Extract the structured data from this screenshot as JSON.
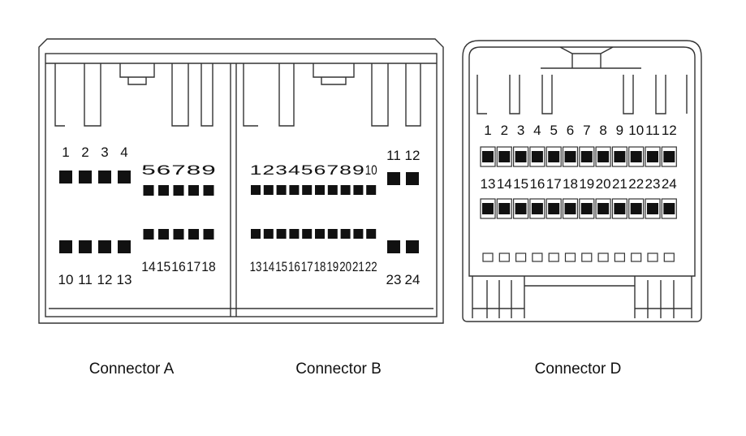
{
  "connectors": [
    {
      "id": "a",
      "caption": "Connector A",
      "rows": [
        {
          "pins": [
            "1",
            "2",
            "3",
            "4"
          ]
        },
        {
          "pins": [
            "5",
            "6",
            "7",
            "8",
            "9"
          ]
        },
        {
          "pins": [
            "10",
            "11",
            "12",
            "13"
          ]
        },
        {
          "pins": [
            "14",
            "15",
            "16",
            "17",
            "18"
          ]
        }
      ]
    },
    {
      "id": "b",
      "caption": "Connector B",
      "rows": [
        {
          "pins": [
            "1",
            "2",
            "3",
            "4",
            "5",
            "6",
            "7",
            "8",
            "9",
            "10"
          ]
        },
        {
          "pins": [
            "11",
            "12"
          ]
        },
        {
          "pins": [
            "13",
            "14",
            "15",
            "16",
            "17",
            "18",
            "19",
            "20",
            "21",
            "22"
          ]
        },
        {
          "pins": [
            "23",
            "24"
          ]
        }
      ]
    },
    {
      "id": "d",
      "caption": "Connector D",
      "rows": [
        {
          "pins": [
            "1",
            "2",
            "3",
            "4",
            "5",
            "6",
            "7",
            "8",
            "9",
            "10",
            "11",
            "12"
          ]
        },
        {
          "pins": [
            "13",
            "14",
            "15",
            "16",
            "17",
            "18",
            "19",
            "20",
            "21",
            "22",
            "23",
            "24"
          ]
        }
      ]
    }
  ],
  "colors": {
    "outline": "#333333",
    "pin": "#111111",
    "background": "#ffffff"
  }
}
